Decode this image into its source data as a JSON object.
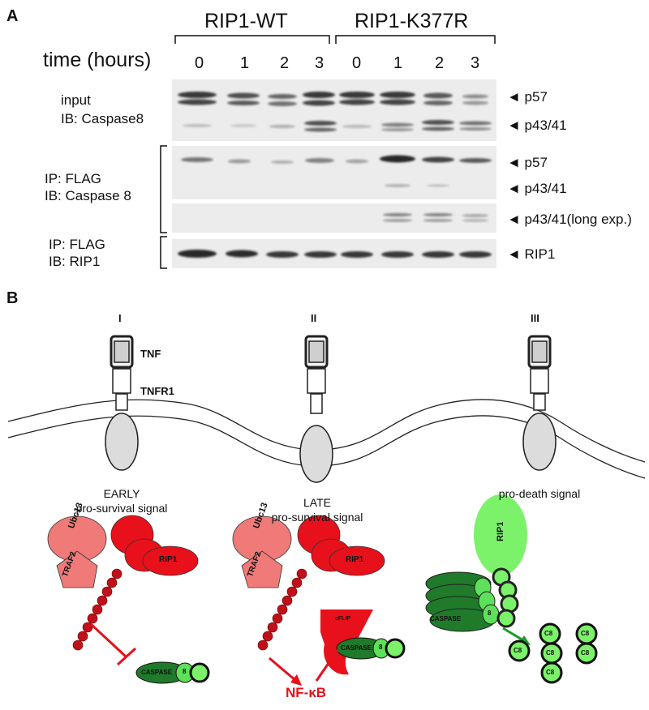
{
  "panel_a": {
    "letter": "A",
    "groups": [
      "RIP1-WT",
      "RIP1-K377R"
    ],
    "time_label": "time (hours)",
    "lanes": [
      "0",
      "1",
      "2",
      "3",
      "0",
      "1",
      "2",
      "3"
    ],
    "rows": [
      {
        "left": [
          "input",
          "IB: Caspase8"
        ],
        "right": [
          "◄ p57",
          "◄ p43/41"
        ]
      },
      {
        "left": [
          "IP: FLAG",
          "IB: Caspase 8"
        ],
        "right": [
          "◄ p57",
          "◄ p43/41"
        ]
      },
      {
        "right": [
          "◄ p43/41(long exp.)"
        ]
      },
      {
        "left": [
          "IP: FLAG",
          "IB: RIP1"
        ],
        "right": [
          "◄ RIP1"
        ]
      }
    ]
  },
  "panel_b": {
    "letter": "B",
    "stages": [
      {
        "roman": "I",
        "signal": [
          "EARLY",
          "pro-survival signal"
        ]
      },
      {
        "roman": "II",
        "signal": [
          "LATE",
          "pro-survival signal"
        ]
      },
      {
        "roman": "III",
        "signal": [
          "pro-death signal"
        ]
      }
    ],
    "receptor_labels": {
      "ligand": "TNF",
      "receptor": "TNFR1"
    },
    "molecules": {
      "ubc13": "Ubc13",
      "traf2": "TRAF2",
      "rip1": "RIP1",
      "caspase": "CASPASE",
      "caspase_num": "8",
      "cflip": "cFLIP",
      "nfkb": "NF-κB",
      "c8": "C8"
    },
    "colors": {
      "red": "#e8101a",
      "salmon": "#f07a78",
      "dark_green": "#1f7a2a",
      "light_green": "#5ee05a",
      "bright_green": "#7cf26a"
    }
  }
}
